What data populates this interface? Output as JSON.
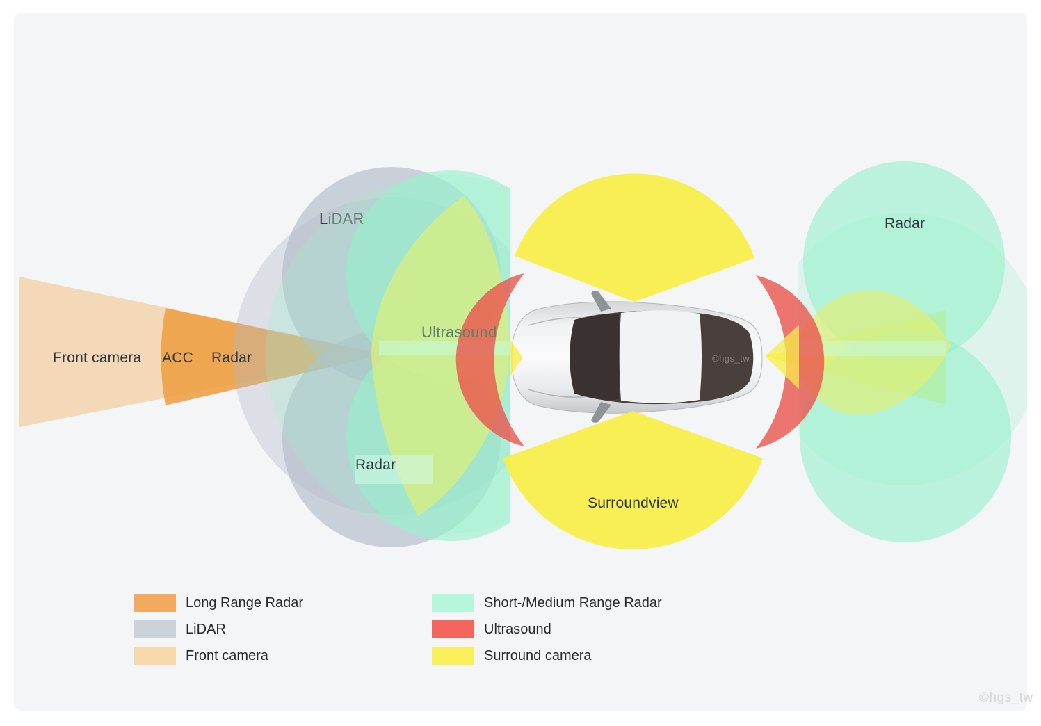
{
  "diagram": {
    "title_hint": "vehicle-sensor-coverage-top-view",
    "labels": {
      "front_camera": "Front camera",
      "acc": "ACC",
      "radar_front": "Radar",
      "lidar_prefix": "L",
      "lidar_rest": "iDAR",
      "ultrasound": "Ultrasound",
      "radar_bottom": "Radar",
      "surroundview": "Surroundview",
      "radar_right": "Radar"
    },
    "colors": {
      "panel_background": "#f4f5f7",
      "long_range_radar": "#efa44c",
      "lidar": "#ced3da",
      "front_camera": "#f5d8b4",
      "short_medium_range_radar": "#b9f1db",
      "ultrasound": "#ed6f68",
      "surround_camera": "#f6ee55",
      "overlap_green": "#d9ee9e"
    }
  },
  "legend": {
    "items": [
      {
        "id": "long-range-radar",
        "label": "Long Range Radar",
        "color": "#f2ab5e"
      },
      {
        "id": "lidar",
        "label": "LiDAR",
        "color": "#ccd2d9"
      },
      {
        "id": "front-camera",
        "label": "Front camera",
        "color": "#f7d8ac"
      },
      {
        "id": "short-medium-range-radar",
        "label": "Short-/Medium Range Radar",
        "color": "#b6f6dc"
      },
      {
        "id": "ultrasound",
        "label": "Ultrasound",
        "color": "#f4665c"
      },
      {
        "id": "surround-camera",
        "label": "Surround camera",
        "color": "#f8ef5b"
      }
    ]
  },
  "watermarks": {
    "car": "©hgs_tw",
    "corner": "©hgs_tw"
  }
}
